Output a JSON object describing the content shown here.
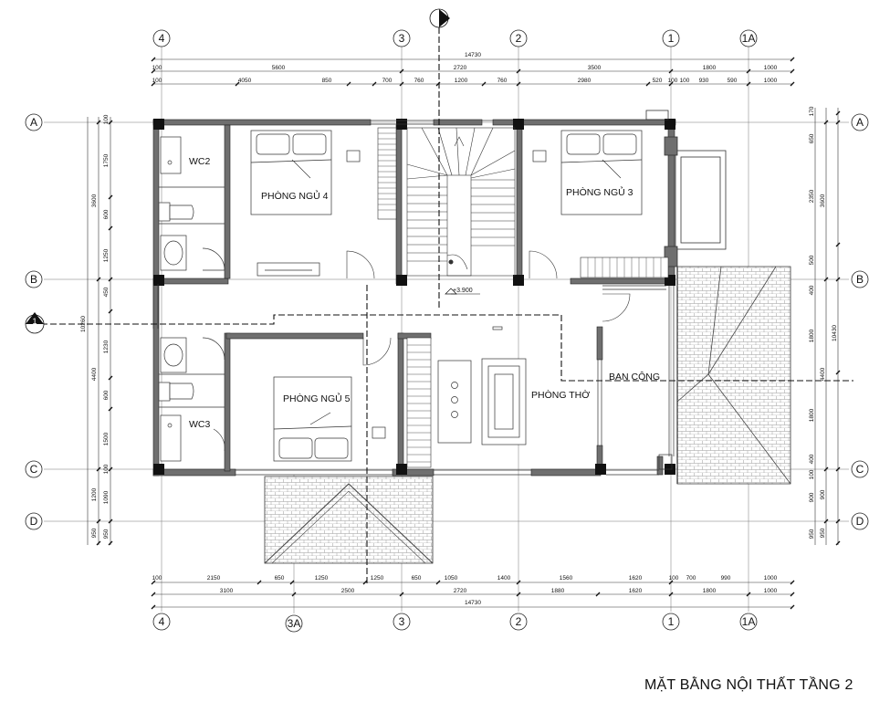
{
  "drawing": {
    "title": "MẶT BẰNG NỘI THẤT TẦNG 2",
    "level_mark": "+3.900",
    "section_marks": [
      "1",
      "2"
    ]
  },
  "rooms": {
    "wc2": "WC2",
    "wc3": "WC3",
    "bed4": "PHÒNG NGỦ 4",
    "bed3": "PHÒNG NGỦ 3",
    "bed5": "PHÒNG NGỦ 5",
    "worship": "PHÒNG THỜ",
    "balcony": "BAN CÔNG"
  },
  "grid": {
    "top": [
      "4",
      "3",
      "2",
      "1",
      "1A"
    ],
    "bottom": [
      "4",
      "3A",
      "3",
      "2",
      "1",
      "1A"
    ],
    "left": [
      "A",
      "B",
      "C",
      "D"
    ],
    "right": [
      "A",
      "B",
      "C",
      "D"
    ]
  },
  "dims": {
    "top_total": "14730",
    "top_row2": [
      "100",
      "5600",
      "2720",
      "3500",
      "1800",
      "1000"
    ],
    "top_row3": [
      "100",
      "4050",
      "850",
      "700",
      "760",
      "1200",
      "760",
      "2980",
      "520",
      "100",
      "100",
      "930",
      "590",
      "1000"
    ],
    "bottom_row1": [
      "100",
      "2150",
      "650",
      "1250",
      "1250",
      "650",
      "1050",
      "1400",
      "1560",
      "1620",
      "100",
      "700",
      "990",
      "1000"
    ],
    "bottom_row2": [
      "3100",
      "2500",
      "2720",
      "1880",
      "1620",
      "1800",
      "1000"
    ],
    "bottom_total": "14730",
    "left_total": "10260",
    "left_row2": [
      "3600",
      "4400",
      "1200",
      "950"
    ],
    "left_row3": [
      "100",
      "1750",
      "600",
      "1250",
      "450",
      "1230",
      "600",
      "1500",
      "100",
      "1090",
      "950"
    ],
    "right_total": "10430",
    "right_row2": [
      "3600",
      "4400",
      "900",
      "950"
    ],
    "right_row3": [
      "170",
      "650",
      "2350",
      "500",
      "400",
      "1800",
      "1800",
      "400",
      "100",
      "900",
      "950"
    ]
  }
}
